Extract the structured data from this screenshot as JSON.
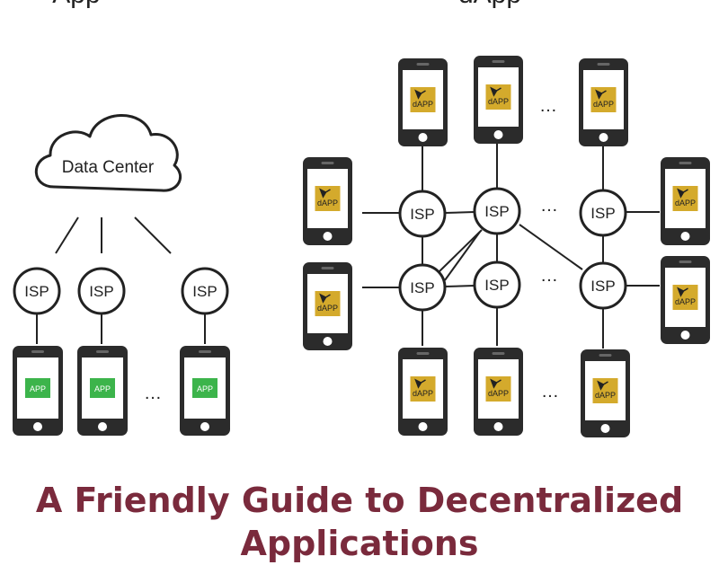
{
  "title": {
    "line1": "A Friendly Guide to Decentralized",
    "line2": "Applications",
    "color": "#7a2a3c"
  },
  "top_clipped_labels": [
    "App",
    "dApp"
  ],
  "centralized": {
    "cloud_label": "Data Center",
    "isp_label": "ISP",
    "app_label": "APP",
    "ellipsis": "…",
    "app_color": "#3cb44b"
  },
  "decentralized": {
    "isp_label": "ISP",
    "dapp_label": "dAPP",
    "ellipsis": "…",
    "dapp_color": "#d4aa2c"
  },
  "colors": {
    "line": "#222222",
    "phone": "#2b2b2b"
  }
}
